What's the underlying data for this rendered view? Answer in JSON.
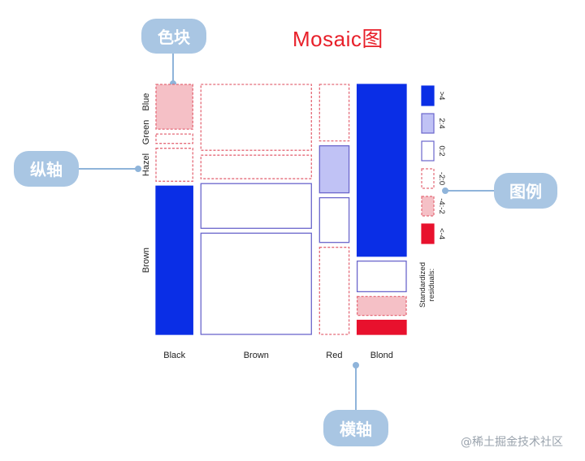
{
  "title": "Mosaic图",
  "callouts": {
    "block": "色块",
    "y_axis": "纵轴",
    "legend": "图例",
    "x_axis": "横轴"
  },
  "watermark": "@稀土掘金技术社区",
  "colors": {
    "callout_fill": "#a9c6e3",
    "callout_line": "#8fb4da",
    "strong_positive": "#0a2ee6",
    "mild_positive": "#c0c2f5",
    "mild_negative": "#f5c0c6",
    "strong_negative": "#e8112d",
    "neutral_border": "#8a86d6",
    "negative_border": "#e46a78",
    "title": "#e8202a"
  },
  "chart_data": {
    "type": "mosaic",
    "x_categories": [
      {
        "label": "Black",
        "width": 0.15
      },
      {
        "label": "Brown",
        "width": 0.45
      },
      {
        "label": "Red",
        "width": 0.12
      },
      {
        "label": "Blond",
        "width": 0.2
      }
    ],
    "y_categories": [
      "Brown",
      "Hazel",
      "Green",
      "Blue"
    ],
    "y_tick_labels": [
      {
        "label": "Brown",
        "for": "Brown"
      },
      {
        "label": "Hazel",
        "for": "Hazel"
      },
      {
        "label": "Green",
        "for": "Green"
      },
      {
        "label": "Blue",
        "for": "Blue"
      }
    ],
    "cells": [
      {
        "x": "Black",
        "y": "Brown",
        "proportion": 0.63,
        "residual_band": ">4"
      },
      {
        "x": "Black",
        "y": "Hazel",
        "proportion": 0.14,
        "residual_band": "-2:0"
      },
      {
        "x": "Black",
        "y": "Green",
        "proportion": 0.04,
        "residual_band": "-2:0"
      },
      {
        "x": "Black",
        "y": "Blue",
        "proportion": 0.19,
        "residual_band": "-4:-2"
      },
      {
        "x": "Brown",
        "y": "Brown",
        "proportion": 0.43,
        "residual_band": "0:2"
      },
      {
        "x": "Brown",
        "y": "Hazel",
        "proportion": 0.19,
        "residual_band": "0:2"
      },
      {
        "x": "Brown",
        "y": "Green",
        "proportion": 0.1,
        "residual_band": "-2:0"
      },
      {
        "x": "Brown",
        "y": "Blue",
        "proportion": 0.28,
        "residual_band": "-2:0"
      },
      {
        "x": "Red",
        "y": "Brown",
        "proportion": 0.37,
        "residual_band": "-2:0"
      },
      {
        "x": "Red",
        "y": "Hazel",
        "proportion": 0.19,
        "residual_band": "0:2"
      },
      {
        "x": "Red",
        "y": "Green",
        "proportion": 0.2,
        "residual_band": "2:4"
      },
      {
        "x": "Red",
        "y": "Blue",
        "proportion": 0.24,
        "residual_band": "-2:0"
      },
      {
        "x": "Blond",
        "y": "Brown",
        "proportion": 0.06,
        "residual_band": "<-4"
      },
      {
        "x": "Blond",
        "y": "Hazel",
        "proportion": 0.08,
        "residual_band": "-4:-2"
      },
      {
        "x": "Blond",
        "y": "Green",
        "proportion": 0.13,
        "residual_band": "0:2"
      },
      {
        "x": "Blond",
        "y": "Blue",
        "proportion": 0.73,
        "residual_band": ">4"
      }
    ],
    "legend": {
      "title_lines": [
        "Standardized",
        "residuals:"
      ],
      "bins": [
        {
          "label": ">4",
          "fill": "#0a2ee6",
          "border": "#0a2ee6",
          "dashed": false
        },
        {
          "label": "2:4",
          "fill": "#c0c2f5",
          "border": "#6b66cc",
          "dashed": false
        },
        {
          "label": "0:2",
          "fill": "#ffffff",
          "border": "#6b66cc",
          "dashed": false
        },
        {
          "label": "-2:0",
          "fill": "#ffffff",
          "border": "#e46a78",
          "dashed": true
        },
        {
          "label": "-4:-2",
          "fill": "#f5c0c6",
          "border": "#e46a78",
          "dashed": true
        },
        {
          "label": "<-4",
          "fill": "#e8112d",
          "border": "#e8112d",
          "dashed": false
        }
      ]
    }
  }
}
